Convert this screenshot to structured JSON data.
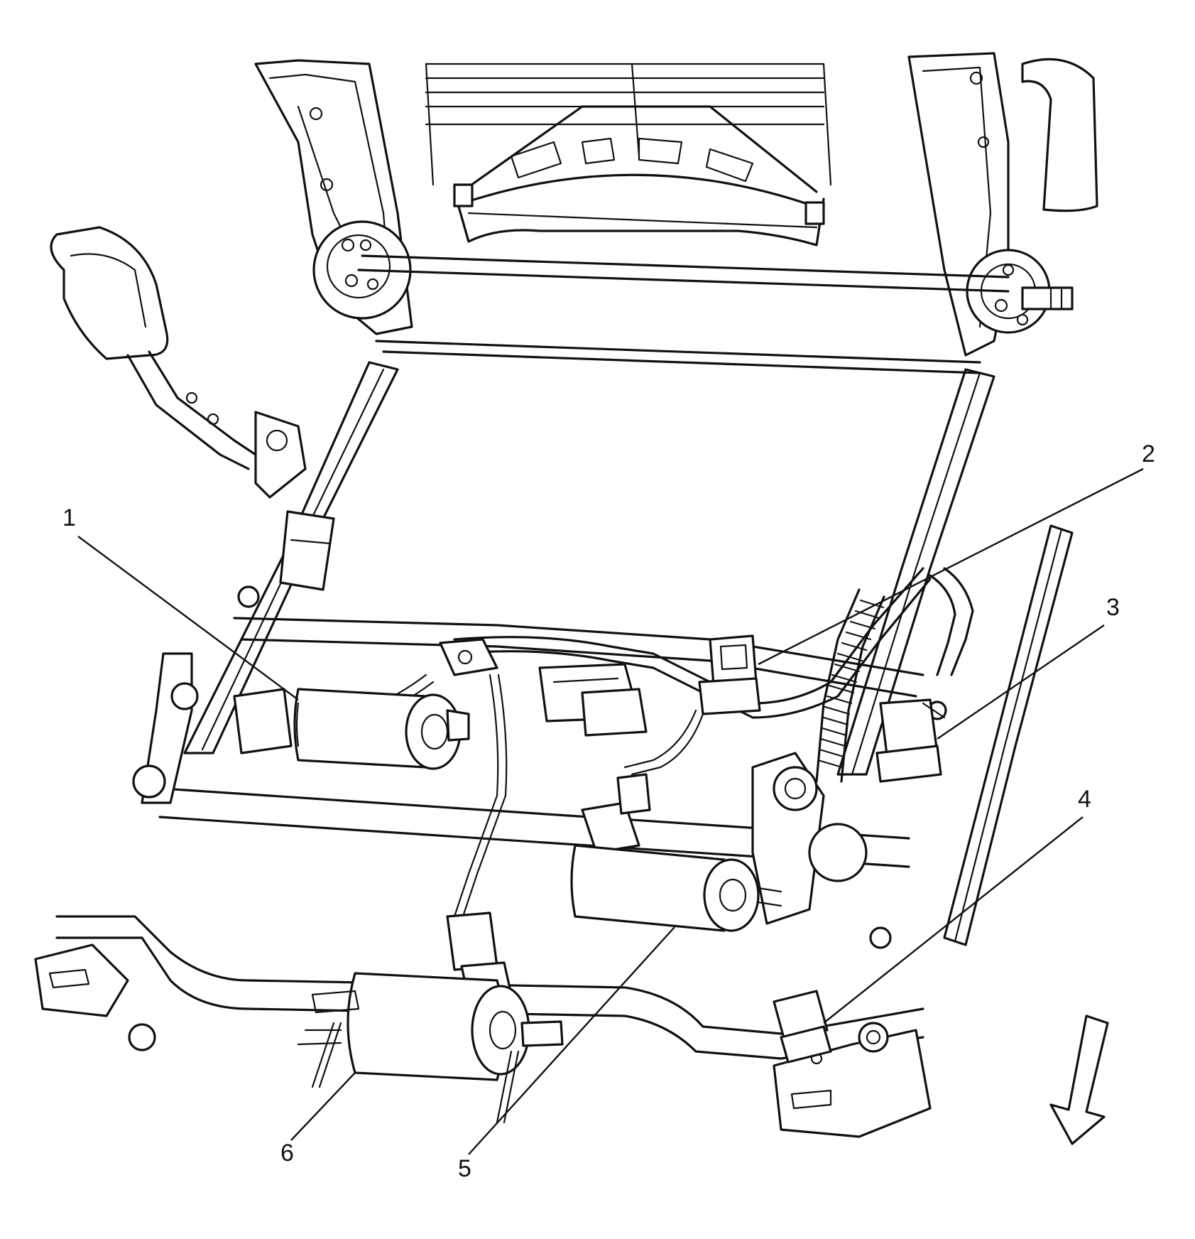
{
  "diagram": {
    "callouts": [
      {
        "id": "1",
        "label": "1"
      },
      {
        "id": "2",
        "label": "2"
      },
      {
        "id": "3",
        "label": "3"
      },
      {
        "id": "4",
        "label": "4"
      },
      {
        "id": "5",
        "label": "5"
      },
      {
        "id": "6",
        "label": "6"
      }
    ],
    "icons": [
      "front-direction-arrow-icon"
    ],
    "colors": {
      "ink": "#111111",
      "background": "#ffffff"
    }
  }
}
